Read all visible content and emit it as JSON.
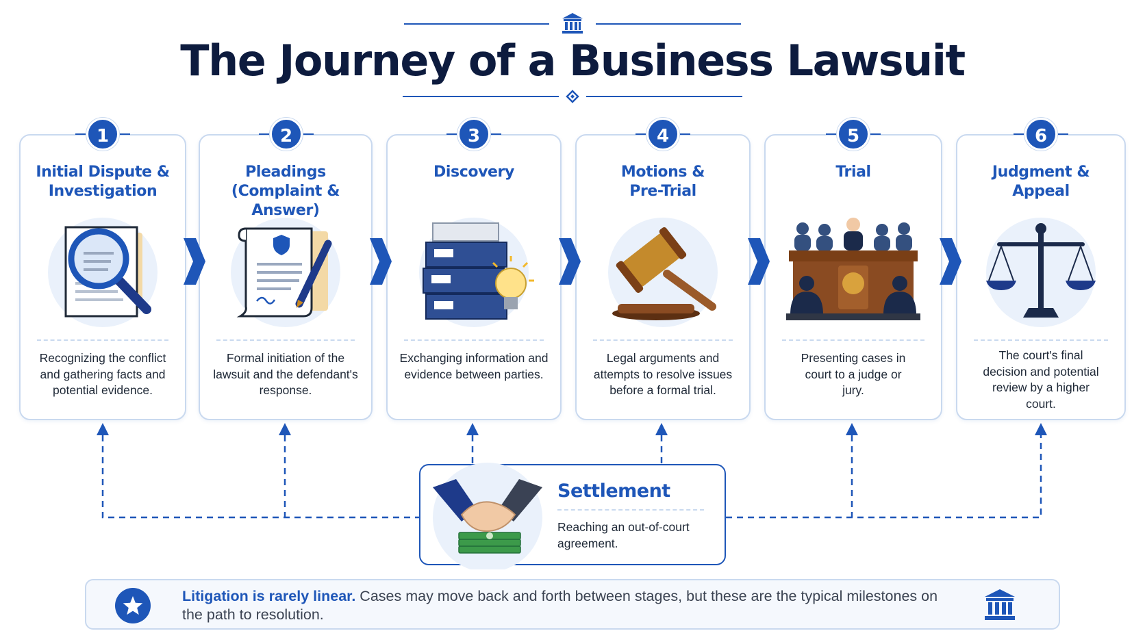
{
  "header": {
    "title": "The Journey of a Business Lawsuit",
    "icon": "courthouse-icon"
  },
  "stages": [
    {
      "number": "1",
      "title_line1": "Initial Dispute &",
      "title_line2": "Investigation",
      "description": "Recognizing the conflict and gathering facts and potential evidence.",
      "icon": "magnifying-glass-document-icon"
    },
    {
      "number": "2",
      "title_line1": "Pleadings",
      "title_line2": "(Complaint & Answer)",
      "description": "Formal initiation of the lawsuit and the defendant's response.",
      "icon": "legal-document-pen-icon"
    },
    {
      "number": "3",
      "title_line1": "Discovery",
      "title_line2": "",
      "description": "Exchanging information and evidence between parties.",
      "icon": "file-boxes-lightbulb-icon"
    },
    {
      "number": "4",
      "title_line1": "Motions &",
      "title_line2": "Pre-Trial",
      "description": "Legal arguments and attempts to resolve issues before a formal trial.",
      "icon": "gavel-icon"
    },
    {
      "number": "5",
      "title_line1": "Trial",
      "title_line2": "",
      "description": "Presenting cases in court to a judge or jury.",
      "icon": "courtroom-icon"
    },
    {
      "number": "6",
      "title_line1": "Judgment &",
      "title_line2": "Appeal",
      "description": "The court's final decision and potential review by a higher court.",
      "icon": "scales-of-justice-icon"
    }
  ],
  "settlement": {
    "title": "Settlement",
    "description": "Reaching an out-of-court agreement.",
    "icon": "handshake-money-icon"
  },
  "note": {
    "bold": "Litigation is rarely linear.",
    "text": "Cases may move back and forth between stages, but these are the typical milestones on the path to resolution.",
    "left_icon": "star-icon",
    "right_icon": "courthouse-icon"
  },
  "colors": {
    "primary": "#1e56b8",
    "title": "#0d1b3e",
    "card_border": "#c9d9ef",
    "wood": "#8a4b22"
  }
}
